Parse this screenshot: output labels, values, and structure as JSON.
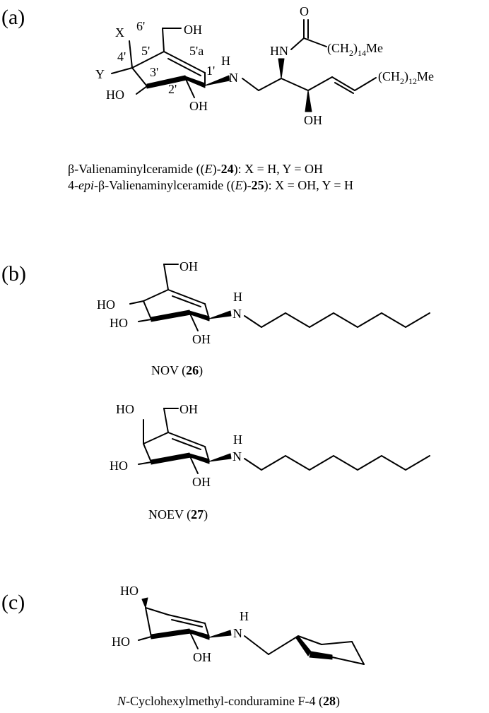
{
  "panels": {
    "a": "(a)",
    "b": "(b)",
    "c": "(c)"
  },
  "atoms": {
    "X": "X",
    "Y": "Y",
    "HO": "HO",
    "OH": "OH",
    "O": "O",
    "H": "H",
    "N": "N",
    "HN": "HN",
    "CH2_open": "(CH",
    "CH2_sub": "2",
    "close": ")",
    "n14": "14",
    "n12": "12",
    "Me": "Me"
  },
  "locants": {
    "p6": "6'",
    "p5": "5'",
    "p4": "4'",
    "p3": "3'",
    "p2": "2'",
    "p1": "1'",
    "p5a": "5'a"
  },
  "captions": {
    "a_line1_pre": "β-Valienaminylceramide ((",
    "a_line1_E": "E",
    "a_line1_mid": ")-",
    "a_line1_num": "24",
    "a_line1_post": "): X = H, Y = OH",
    "a_line2_pre": "4-",
    "a_line2_epi": "epi",
    "a_line2_mid1": "-β-Valienaminylceramide ((",
    "a_line2_E": "E",
    "a_line2_mid2": ")-",
    "a_line2_num": "25",
    "a_line2_post": "): X = OH, Y = H",
    "b1_pre": "NOV (",
    "b1_num": "26",
    "b1_post": ")",
    "b2_pre": "NOEV (",
    "b2_num": "27",
    "b2_post": ")",
    "c_N": "N",
    "c_pre": "-Cyclohexylmethyl-conduramine F-4  (",
    "c_num": "28",
    "c_post": ")"
  }
}
